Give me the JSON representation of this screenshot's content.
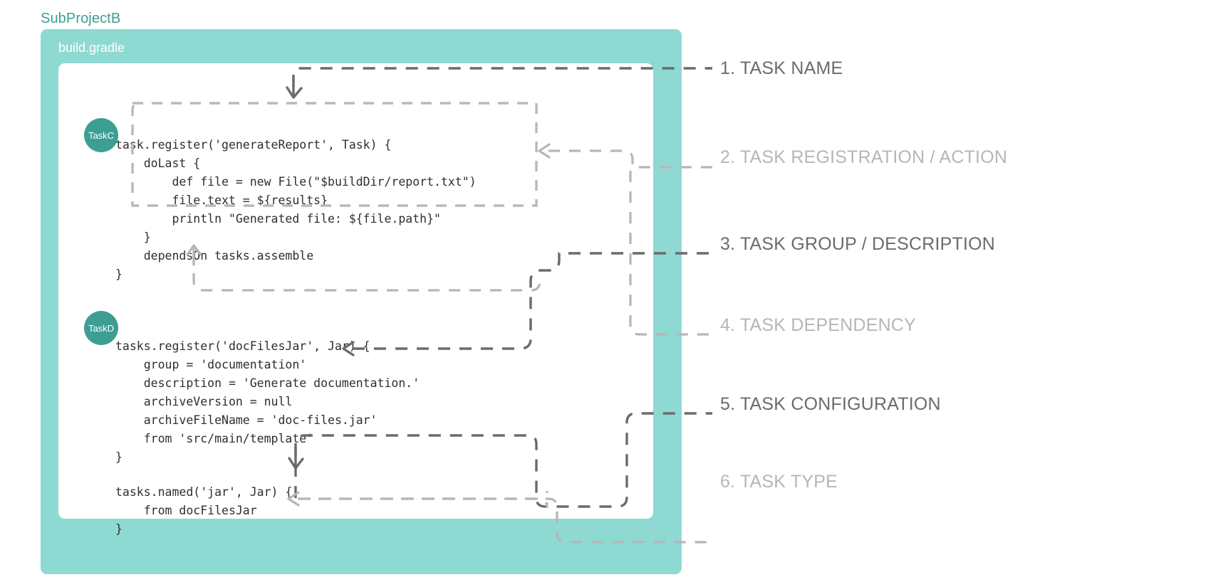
{
  "project": {
    "label": "SubProjectB",
    "accent_color": "#3d9e94",
    "panel_color": "#8ed9d2",
    "file_label": "build.gradle"
  },
  "badges": [
    {
      "id": "taskc",
      "label": "TaskC"
    },
    {
      "id": "taskd",
      "label": "TaskD"
    }
  ],
  "code": {
    "block_a": "task.register('generateReport', Task) {\n    doLast {\n        def file = new File(\"$buildDir/report.txt\")\n        file.text = ${results}\n        println \"Generated file: ${file.path}\"\n    }\n    dependsOn tasks.assemble\n}",
    "block_b": "tasks.register('docFilesJar', Jar) {\n    group = 'documentation'\n    description = 'Generate documentation.'\n    archiveVersion = null\n    archiveFileName = 'doc-files.jar'\n    from 'src/main/template'\n}",
    "block_c": "tasks.named('jar', Jar) {\n    from docFilesJar\n}"
  },
  "callouts": [
    {
      "n": "1",
      "text": "1. TASK NAME",
      "emphasis": "strong",
      "color": "#6b6b6b"
    },
    {
      "n": "2",
      "text": "2. TASK REGISTRATION / ACTION",
      "emphasis": "muted",
      "color": "#b6b6b6"
    },
    {
      "n": "3",
      "text": "3. TASK GROUP / DESCRIPTION",
      "emphasis": "strong",
      "color": "#6b6b6b"
    },
    {
      "n": "4",
      "text": "4. TASK DEPENDENCY",
      "emphasis": "muted",
      "color": "#b6b6b6"
    },
    {
      "n": "5",
      "text": "5. TASK CONFIGURATION",
      "emphasis": "strong",
      "color": "#6b6b6b"
    },
    {
      "n": "6",
      "text": "6. TASK TYPE",
      "emphasis": "muted",
      "color": "#b6b6b6"
    }
  ]
}
